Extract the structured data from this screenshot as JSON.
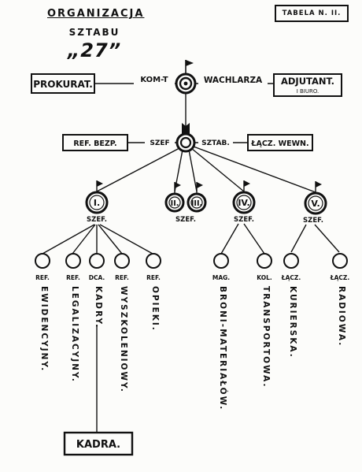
{
  "header": {
    "title_line1": "ORGANIZACJA",
    "title_line2": "SZTABU",
    "title_number": "„27”",
    "table_label": "TABELA N. II."
  },
  "command": {
    "left_label": "KOM-T",
    "right_label": "WACHLARZA",
    "prokurat": "PROKURAT.",
    "adjutant": "ADJUTANT.",
    "adjutant_sub": "I BIURO."
  },
  "staff": {
    "left_ref": "REF. BEZP.",
    "szef": "SZEF",
    "sztab": "SZTAB.",
    "right_lacz": "ŁĄCZ. WEWN."
  },
  "divisions": [
    {
      "numeral": "I.",
      "sub": "SZEF."
    },
    {
      "numeral": "II.",
      "sub": ""
    },
    {
      "numeral": "III.",
      "sub": "SZEF."
    },
    {
      "numeral": "IV.",
      "sub": "SZEF."
    },
    {
      "numeral": "V.",
      "sub": "SZEF."
    }
  ],
  "branches": [
    {
      "prefix": "REF.",
      "name": "EWIDENCYJNY."
    },
    {
      "prefix": "REF.",
      "name": "LEGALIZACYJNY."
    },
    {
      "prefix": "DCA.",
      "name": "KADRY."
    },
    {
      "prefix": "REF.",
      "name": "WYSZKOLENIOWY."
    },
    {
      "prefix": "REF.",
      "name": "OPIEKI."
    },
    {
      "prefix": "MAG.",
      "name": "BRONI-MATERIAŁÓW."
    },
    {
      "prefix": "KOL.",
      "name": "TRANSPORTOWA."
    },
    {
      "prefix": "ŁĄCZ.",
      "name": "KURIERSKA."
    },
    {
      "prefix": "ŁĄCZ.",
      "name": "RADIOWA."
    }
  ],
  "kadra": "KADRA."
}
